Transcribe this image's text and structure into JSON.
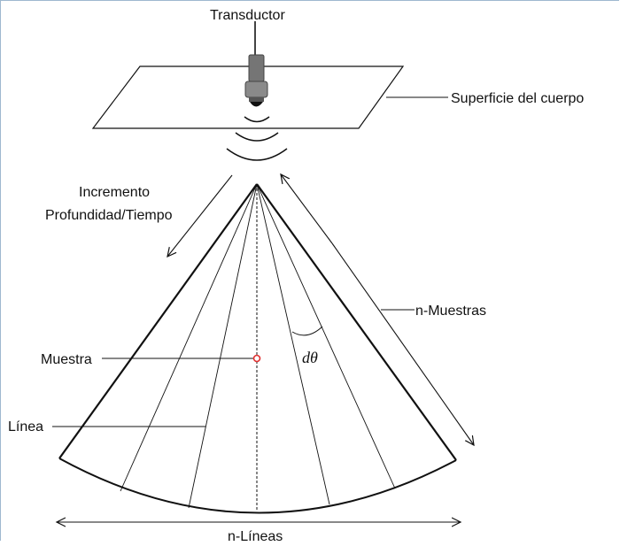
{
  "labels": {
    "transducer": "Transductor",
    "body_surface": "Superficie del cuerpo",
    "increment_line1": "Incremento",
    "increment_line2": "Profundidad/Tiempo",
    "n_samples": "n-Muestras",
    "sample": "Muestra",
    "angle": "dθ",
    "line": "Línea",
    "n_lines": "n-Líneas"
  },
  "colors": {
    "stroke": "#111111",
    "sample_point": "#e03030",
    "transducer_body": "#707070",
    "frame": "#9fb8cf"
  }
}
